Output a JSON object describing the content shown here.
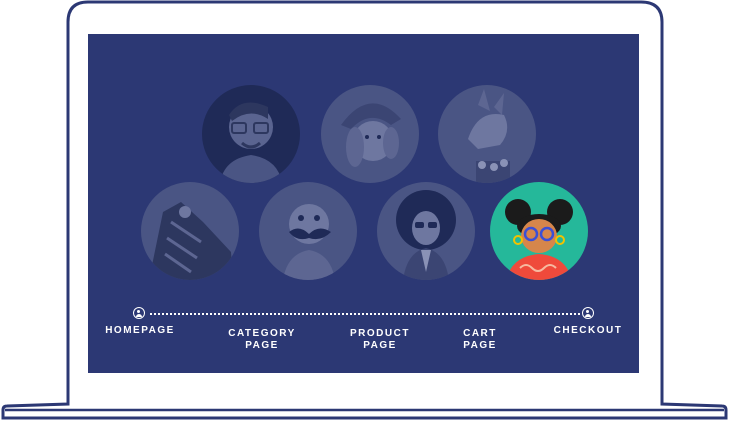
{
  "journey": {
    "steps": [
      {
        "label": "HOMEPAGE"
      },
      {
        "label": "CATEGORY\nPAGE"
      },
      {
        "label": "PRODUCT\nPAGE"
      },
      {
        "label": "CART\nPAGE"
      },
      {
        "label": "CHECKOUT"
      }
    ]
  },
  "colors": {
    "screen": "#2c3874",
    "avatar_muted": "#4a5584",
    "avatar_active": "#25b89a",
    "frame_stroke": "#2c3874"
  },
  "icons": {
    "start_node": "user-circle-icon",
    "end_node": "user-circle-icon"
  }
}
